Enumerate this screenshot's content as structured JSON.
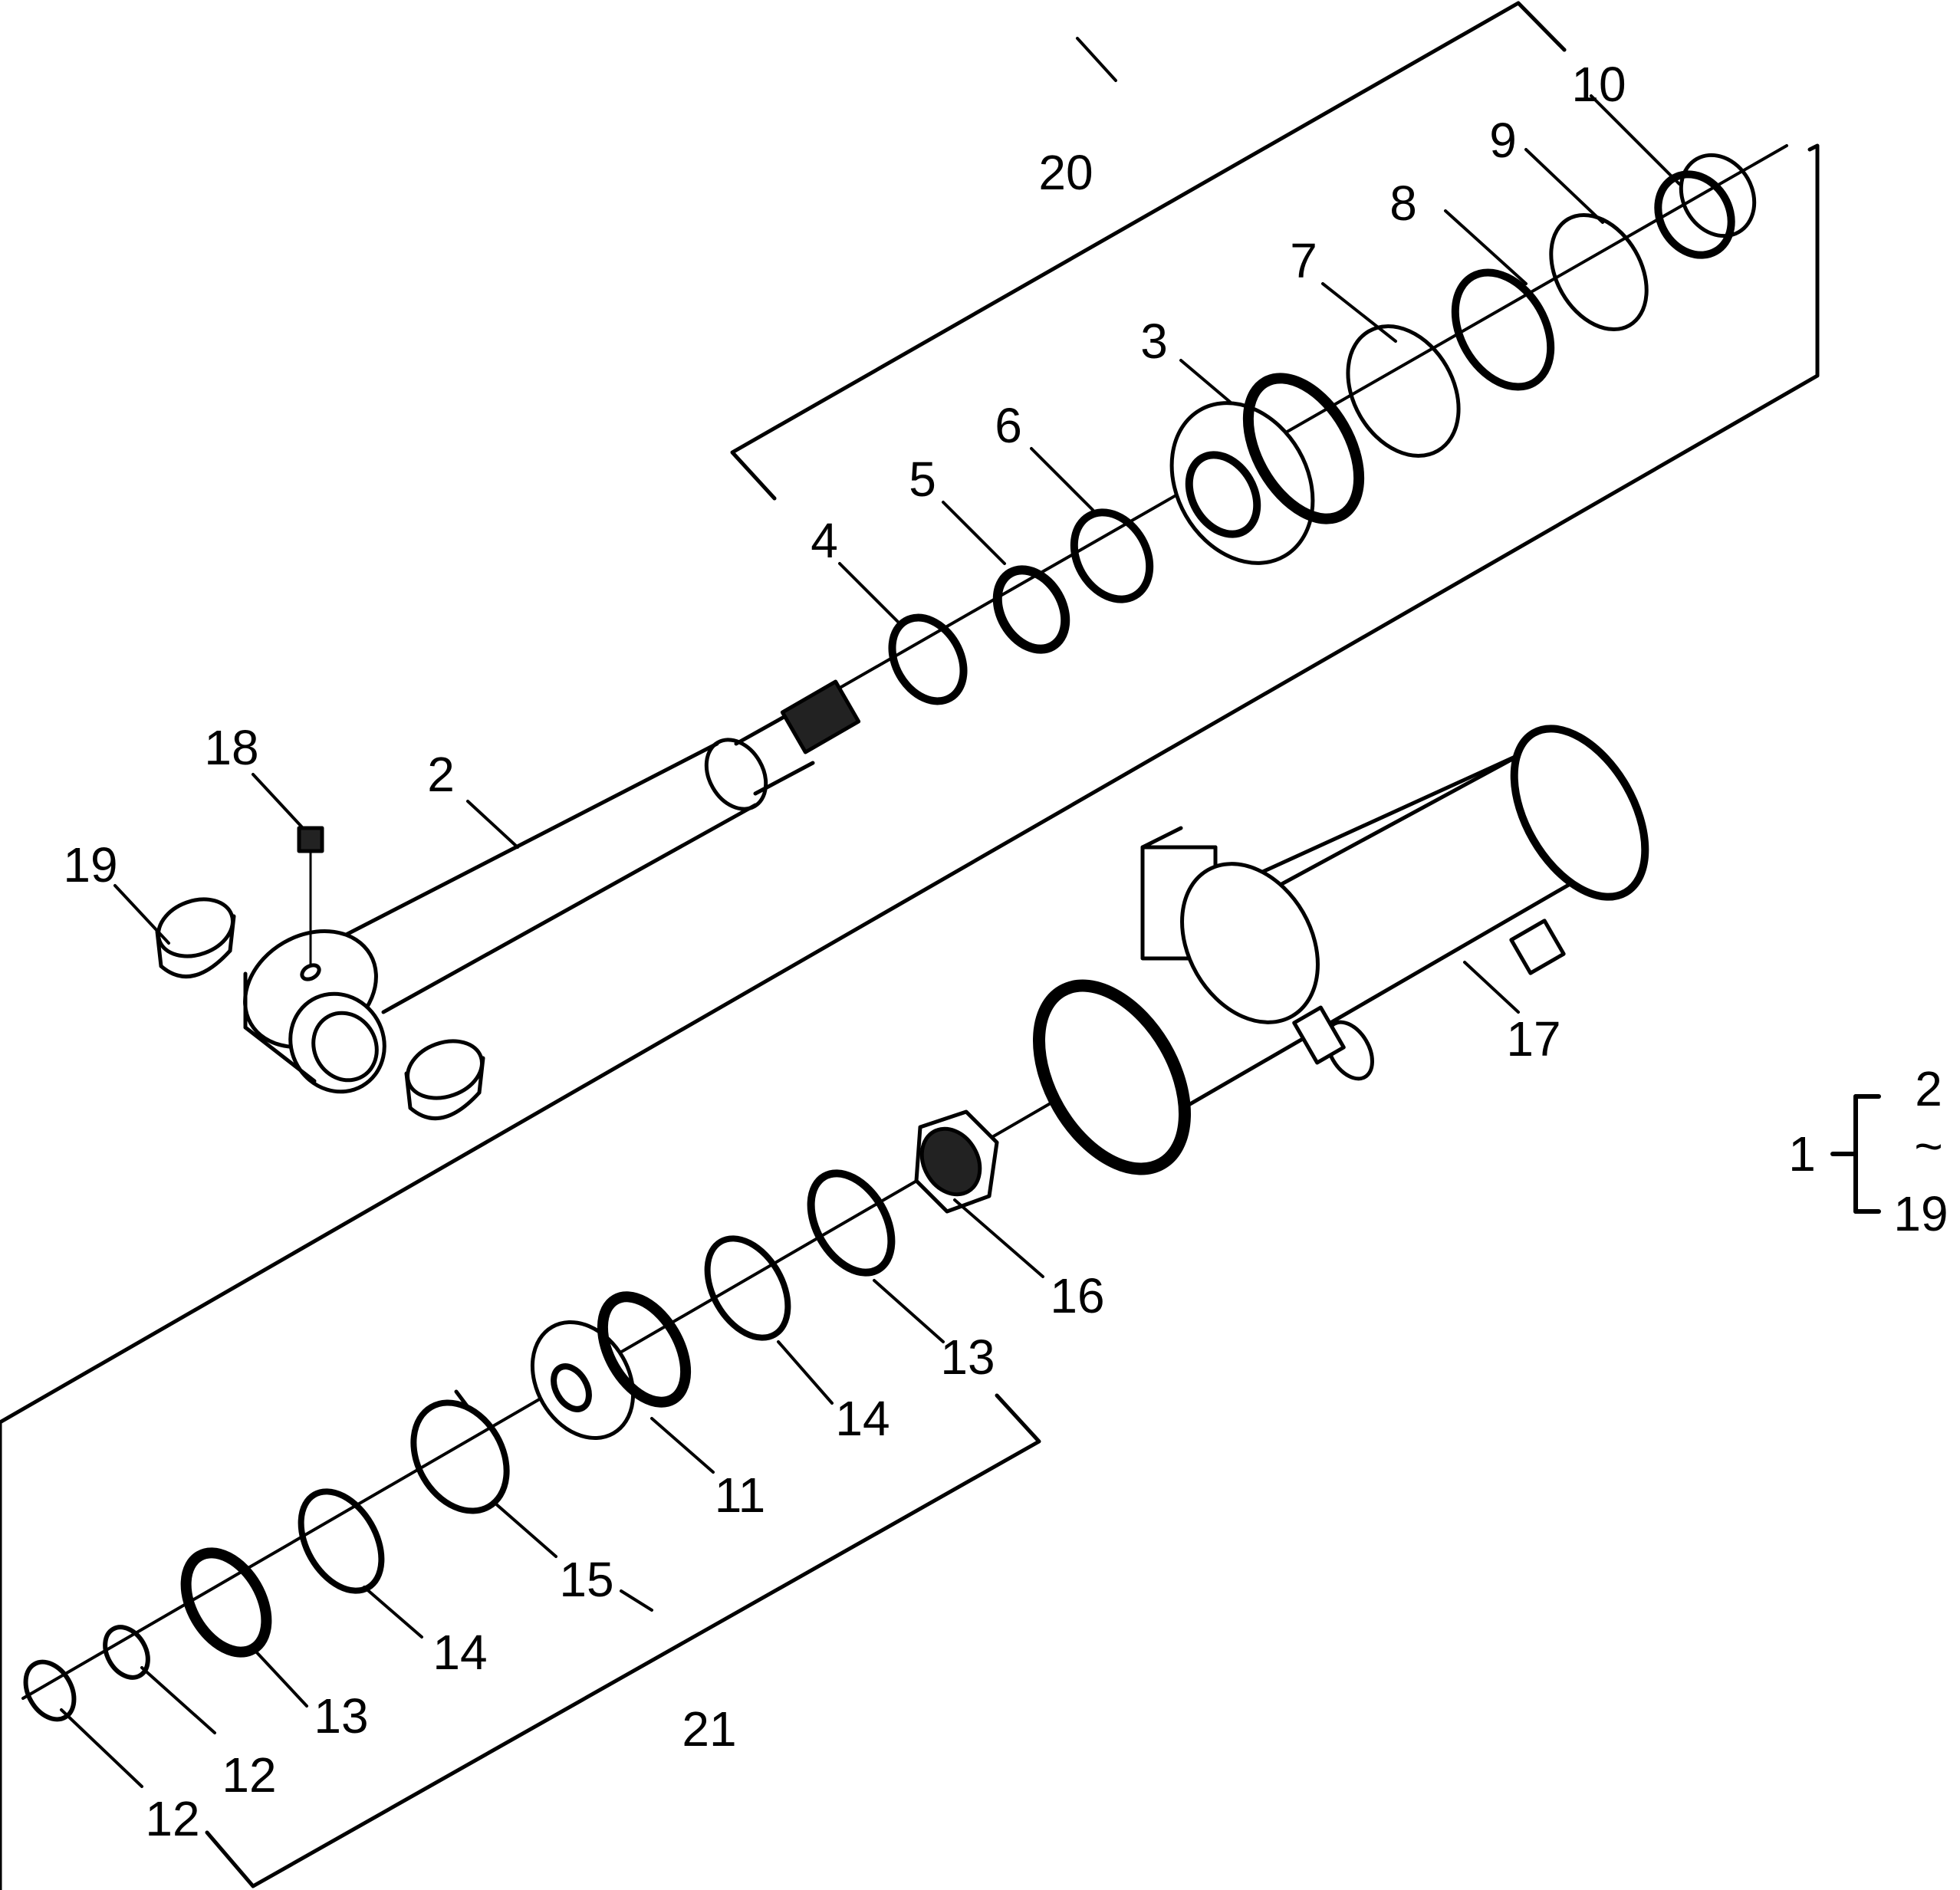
{
  "diagram": {
    "type": "exploded parts diagram",
    "line_color": "#000000",
    "background": "#ffffff"
  },
  "labels": {
    "p2": "2",
    "p3": "3",
    "p4": "4",
    "p5": "5",
    "p6": "6",
    "p7": "7",
    "p8": "8",
    "p9": "9",
    "p10": "10",
    "p11": "11",
    "p12a": "12",
    "p12b": "12",
    "p13a": "13",
    "p13b": "13",
    "p14a": "14",
    "p14b": "14",
    "p15": "15",
    "p16": "16",
    "p17": "17",
    "p18": "18",
    "p19": "19",
    "p20": "20",
    "p21": "21"
  },
  "assembly_note": {
    "assembly": "1",
    "range_start": "2",
    "range_sep": "~",
    "range_end": "19"
  }
}
